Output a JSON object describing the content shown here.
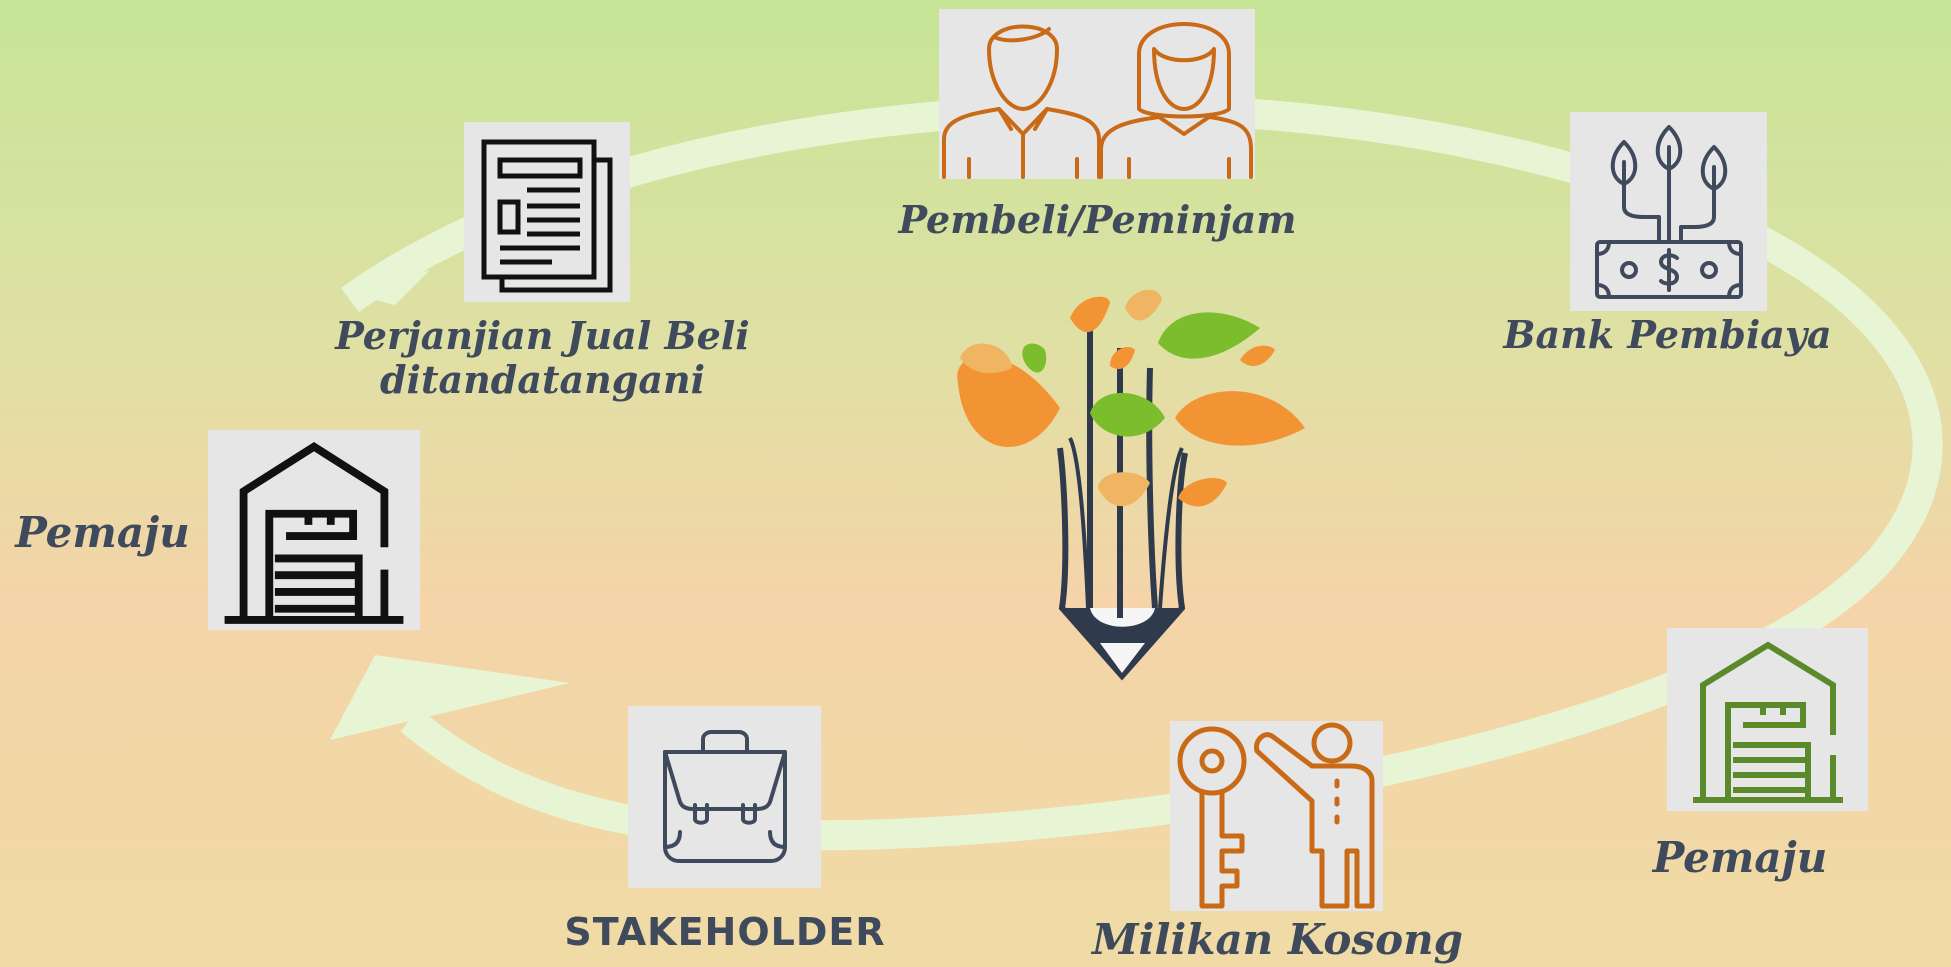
{
  "nodes": {
    "buyer": {
      "label": "Pembeli/Peminjam",
      "icon": "buyer-couple-icon",
      "color": "#c96a17"
    },
    "bank": {
      "label": "Bank Pembiaya",
      "icon": "money-growth-icon",
      "color": "#3f4a5c"
    },
    "developer_right": {
      "label": "Pemaju",
      "icon": "warehouse-icon",
      "color": "#5a8a2a"
    },
    "vacant_property": {
      "label": "Milikan Kosong",
      "icon": "key-handover-icon",
      "color": "#c96a17"
    },
    "stakeholder": {
      "label": "STAKEHOLDER",
      "icon": "briefcase-icon",
      "color": "#3f4a5c"
    },
    "developer_left": {
      "label": "Pemaju",
      "icon": "warehouse-icon",
      "color": "#111111"
    },
    "agreement": {
      "label_line1": "Perjanjian Jual Beli",
      "label_line2": "ditandatangani",
      "icon": "newspaper-document-icon",
      "color": "#111111"
    }
  },
  "center_icon": "tree-pencil-logo",
  "colors": {
    "ring": "#e8f5d4",
    "label": "#3f4a5c",
    "orange": "#f29433",
    "light_orange": "#f0b563",
    "green": "#7bbd2d",
    "dark": "#2f3a4c"
  }
}
